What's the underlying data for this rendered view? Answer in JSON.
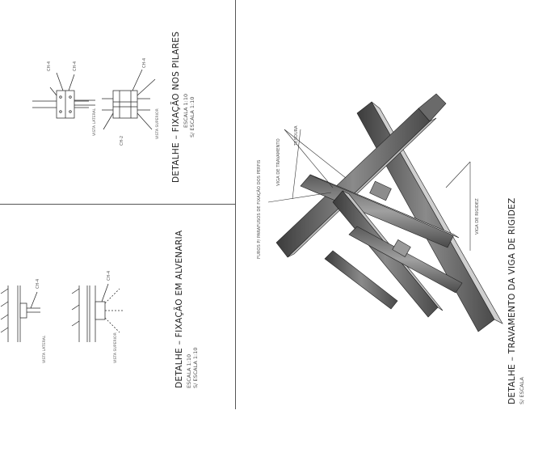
{
  "drawing": {
    "detail_alvenaria": {
      "title": "DETALHE  –  FIXAÇÃO EM ALVENARIA",
      "sub1": "ESCALA 1:10",
      "sub2": "S/ ESCALA 1:10",
      "label_top": "VISTA LATERAL",
      "label_bottom": "VISTA SUPERIOR",
      "tag_top": "CH-4",
      "tag_bottom": "CH-4"
    },
    "detail_pilares": {
      "title": "DETALHE  –  FIXAÇÃO NOS PILARES",
      "sub1": "ESCALA 1:10",
      "sub2": "S/ ESCALA 1:10",
      "label_top": "VISTA LATERAL",
      "label_bottom": "VISTA SUPERIOR",
      "tag_a": "CH-4",
      "tag_b": "CH-4",
      "tag_c": "CH-4",
      "tag_d": "CH-2"
    },
    "detail_travamento": {
      "title": "DETALHE  –  TRAVAMENTO DA VIGA DE  RIGIDEZ",
      "sub1": "S/ ESCALA",
      "note_left": "FUROS P/ PARAFUSOS DE FIXAÇÃO DOS PERFIS",
      "label_a": "VIGA DE TRAVAMENTO",
      "label_b": "TESOURA",
      "label_c": "VIGA DE RIGIDEZ"
    }
  },
  "colors": {
    "line": "#2a2a2a",
    "steel_dark": "#4a4a4a",
    "steel_mid": "#7a7a7a",
    "steel_light": "#b8b8b8"
  }
}
